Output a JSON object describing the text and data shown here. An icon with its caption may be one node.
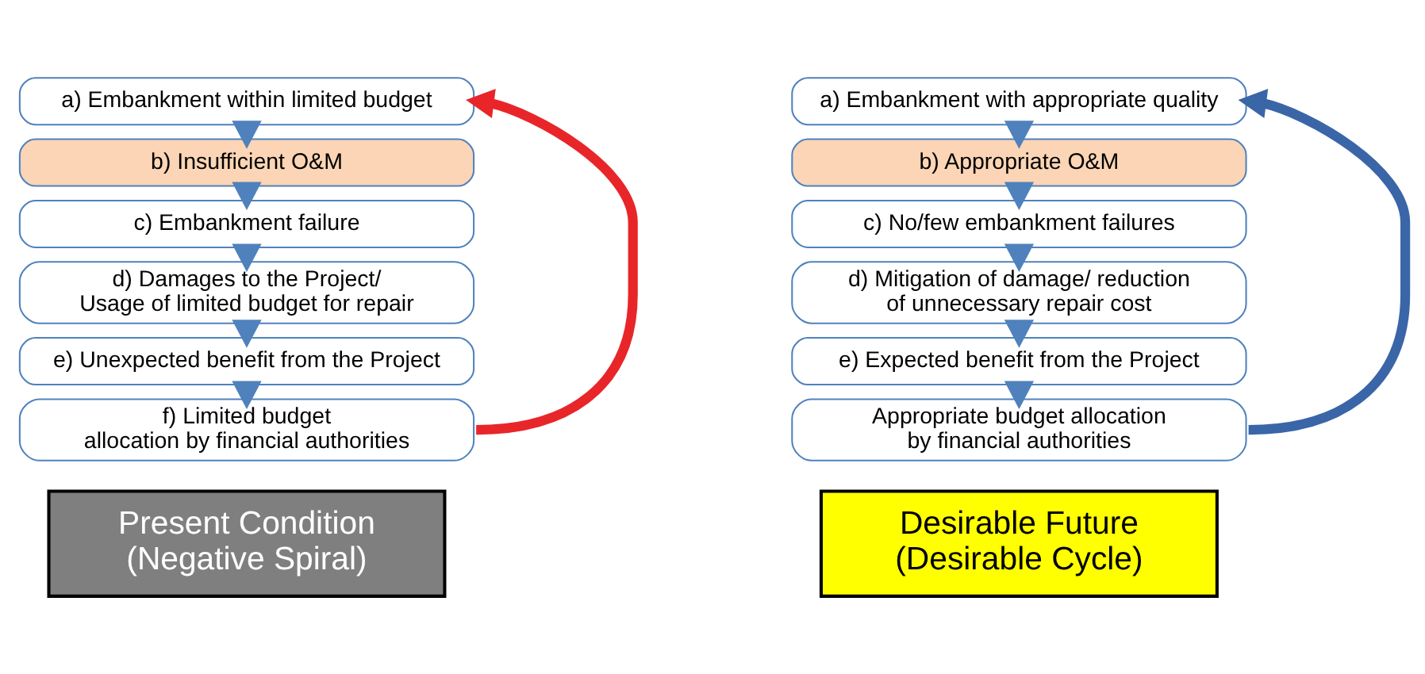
{
  "diagram": {
    "nodes": [
      {
        "text": [
          "a) Embankment within limited budget"
        ]
      },
      {
        "text": [
          "b) Insufficient O&M"
        ]
      },
      {
        "text": [
          "c) Embankment failure"
        ]
      },
      {
        "text": [
          "d) Damages to the Project/ Usage of limited budget for repair"
        ]
      },
      {
        "text": [
          "e) Unexpected benefit from the Project"
        ]
      },
      {
        "text": [
          "f) Limited budget allocation by financial authorities"
        ]
      },
      {
        "text": [
          "a) Embankment with appropriate quality"
        ]
      },
      {
        "text": [
          "b) Appropriate O&M"
        ]
      },
      {
        "text": [
          "c) No/few embankment failures"
        ]
      },
      {
        "text": [
          "d) Mitigation of damage/ reduction of unnecessary repair cost"
        ]
      },
      {
        "text": [
          "e) Expected benefit from the Project"
        ]
      },
      {
        "text": [
          "Appropriate budget allocation by financial authorities"
        ]
      },
      {
        "text": [
          "Present Condition (Negative Spiral)"
        ]
      },
      {
        "text": [
          "Desirable Future (Desirable Cycle)"
        ]
      }
    ],
    "edges": [
      {
        "from": 0,
        "to": 1,
        "arrow": "to"
      },
      {
        "from": 1,
        "to": 2,
        "arrow": "to"
      },
      {
        "from": 2,
        "to": 3,
        "arrow": "to"
      },
      {
        "from": 3,
        "to": 4,
        "arrow": "to"
      },
      {
        "from": 4,
        "to": 5,
        "arrow": "to"
      },
      {
        "from": 5,
        "to": 0,
        "arrow": "to",
        "color": "#e8262a"
      },
      {
        "from": 6,
        "to": 7,
        "arrow": "to"
      },
      {
        "from": 7,
        "to": 8,
        "arrow": "to"
      },
      {
        "from": 8,
        "to": 9,
        "arrow": "to"
      },
      {
        "from": 9,
        "to": 10,
        "arrow": "to"
      },
      {
        "from": 10,
        "to": 11,
        "arrow": "to"
      },
      {
        "from": 11,
        "to": 6,
        "arrow": "to",
        "color": "#3a66a8"
      }
    ]
  }
}
